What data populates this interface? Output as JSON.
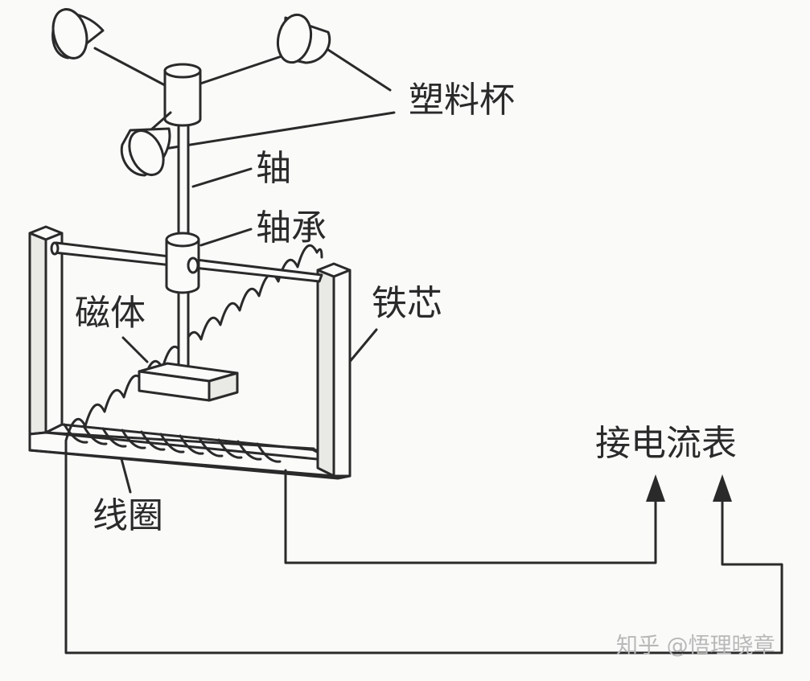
{
  "labels": {
    "plastic_cup": "塑料杯",
    "shaft": "轴",
    "bearing": "轴承",
    "magnet": "磁体",
    "iron_core": "铁芯",
    "coil": "线圈",
    "to_ammeter": "接电流表"
  },
  "watermark": "知乎 @悟理晓章"
}
